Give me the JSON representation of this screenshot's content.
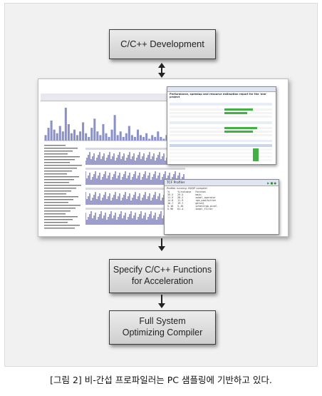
{
  "flow": {
    "step1": "C/C++ Development",
    "step2_line1": "Specify C/C++ Functions",
    "step2_line2": "for Acceleration",
    "step3_line1": "Full System",
    "step3_line2": "Optimizing Compiler"
  },
  "screenshot": {
    "report_title": "Performance, speedup and resource estimation report for the 'mm' project",
    "profiler_title": "TCF Profiler",
    "profiler_subtitle": "Profiler running: SW/IP compiler",
    "profiler_columns": [
      "%",
      "% Inclusive",
      "Function"
    ],
    "profiler_rows": [
      {
        "pct": "35.5",
        "incl": "29.5",
        "fn": "main"
      },
      {
        "pct": "11.5",
        "incl": "28.2",
        "fn": "sobel_operator"
      },
      {
        "pct": "14.8",
        "incl": "11.9",
        "fn": "rgb_pad/kitten"
      },
      {
        "pct": "10.7",
        "incl": "19.7",
        "fn": "getval"
      },
      {
        "pct": "5.16",
        "incl": "5.10",
        "fn": "yuhen2rgb.pixel"
      },
      {
        "pct": "5.96",
        "incl": "61.4",
        "fn": "sobel_filter"
      }
    ],
    "hist_values": [
      3,
      7,
      11,
      6,
      4,
      8,
      5,
      18,
      9,
      4,
      6,
      3,
      5,
      10,
      4,
      2,
      7,
      12,
      5,
      3,
      9,
      4,
      2,
      6,
      14,
      3,
      5,
      2,
      4,
      8,
      3,
      2,
      6,
      3,
      2,
      4,
      1,
      3,
      2,
      5,
      2,
      1,
      3,
      2
    ]
  },
  "caption": "[그림 2] 비-간섭 프로파일러는 PC 샘플링에 기반하고 있다."
}
